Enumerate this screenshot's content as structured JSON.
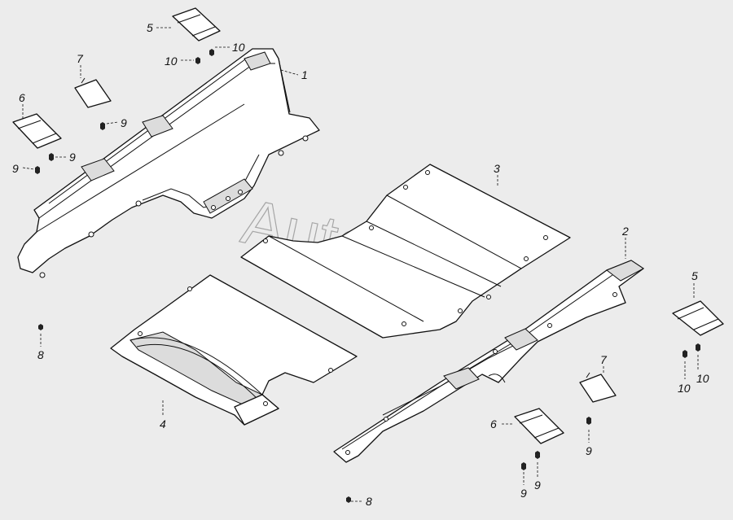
{
  "watermark": "AutoSoft",
  "labels": {
    "p1": "1",
    "p2": "2",
    "p3": "3",
    "p4": "4",
    "p5a": "5",
    "p5b": "5",
    "p6a": "6",
    "p6b": "6",
    "p7a": "7",
    "p7b": "7",
    "p8a": "8",
    "p8b": "8",
    "p9a": "9",
    "p9b": "9",
    "p9c": "9",
    "p9d": "9",
    "p9e": "9",
    "p9f": "9",
    "p10a": "10",
    "p10b": "10",
    "p10c": "10",
    "p10d": "10"
  }
}
